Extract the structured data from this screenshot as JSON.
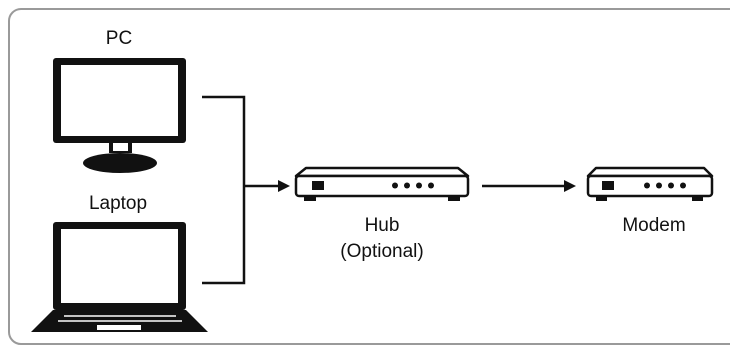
{
  "labels": {
    "pc": "PC",
    "laptop": "Laptop",
    "hub_line1": "Hub",
    "hub_line2": "(Optional)",
    "modem": "Modem"
  },
  "colors": {
    "stroke": "#111111",
    "frame": "#9a9a9a",
    "background": "#ffffff"
  },
  "icons": [
    "pc-monitor-icon",
    "laptop-icon",
    "hub-device-icon",
    "modem-device-icon",
    "arrow-icon"
  ]
}
